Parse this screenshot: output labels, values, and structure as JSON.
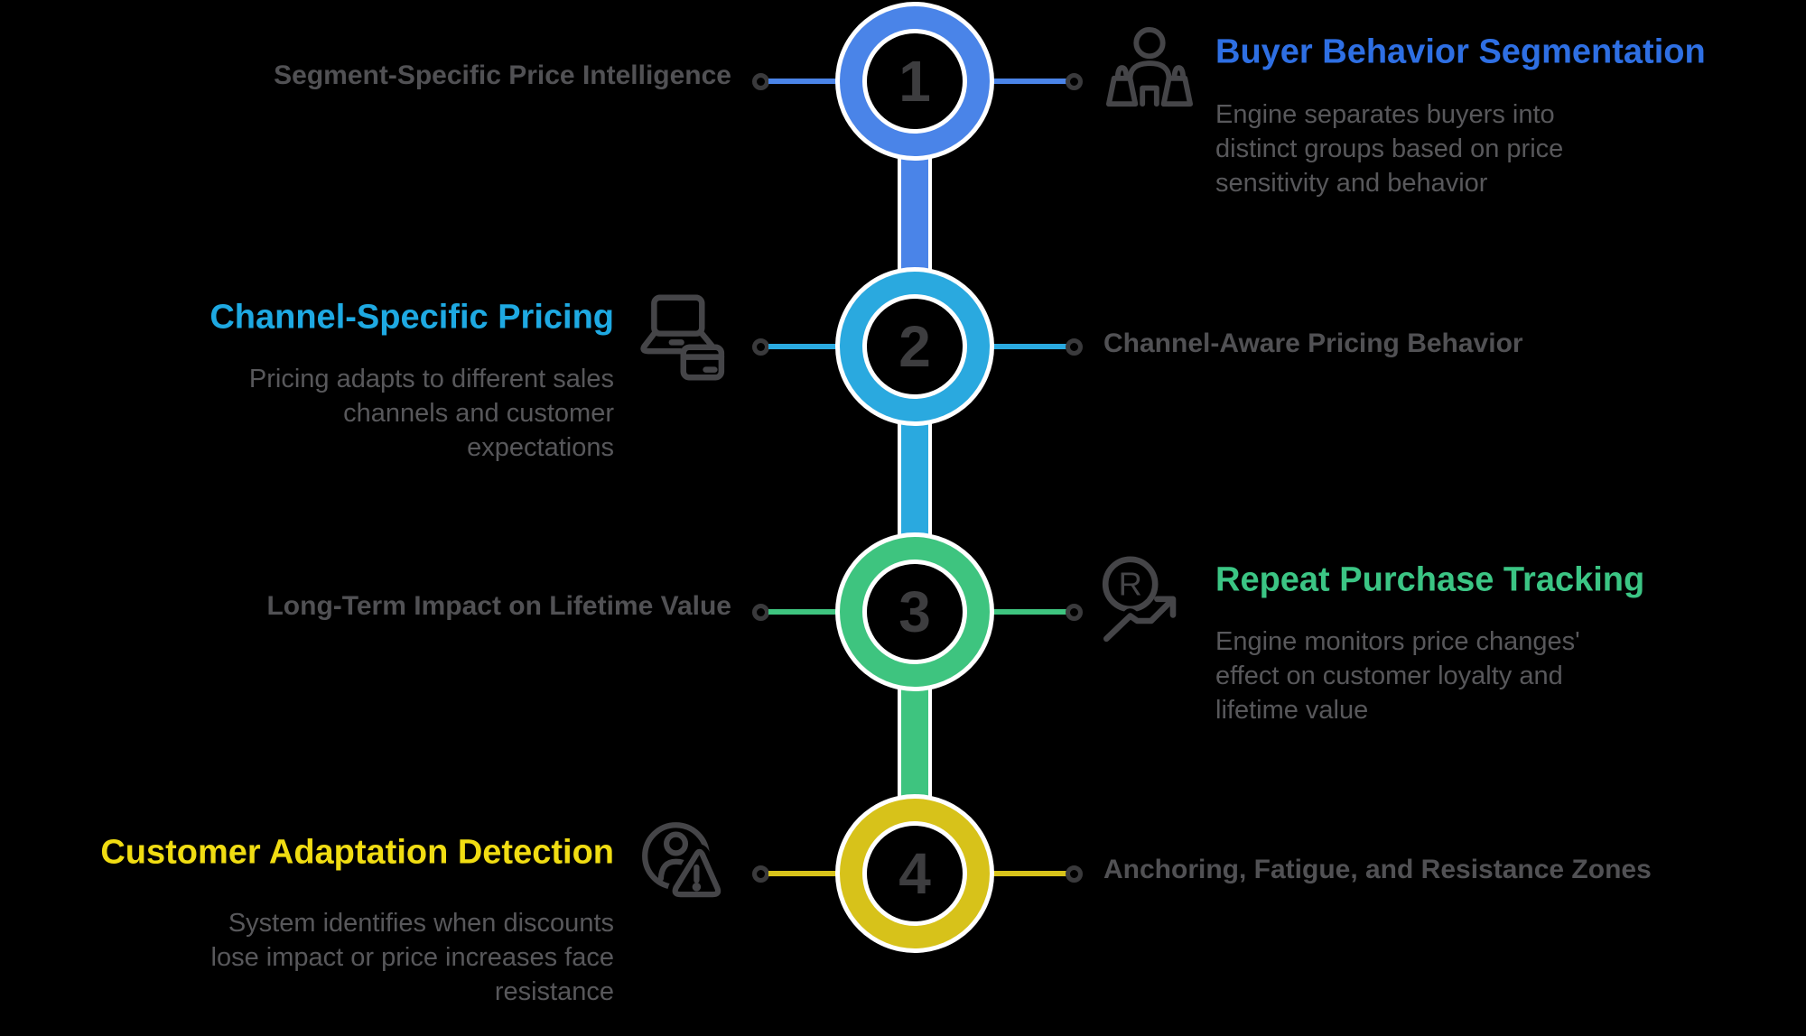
{
  "palette": {
    "background": "#000000",
    "label_text": "#515154",
    "desc_text": "#58585b",
    "number_text": "#3d3d3f",
    "icon_stroke": "#454548",
    "dot_stroke": "#3a3a3c",
    "circle_border": "#ffffff"
  },
  "steps": [
    {
      "number": "1",
      "color": "#4a84e8",
      "title": "Buyer Behavior Segmentation",
      "title_color": "#2e6fe3",
      "title_side": "right",
      "label": "Segment-Specific Price Intelligence",
      "desc_lines": [
        "Engine separates buyers into",
        "distinct groups based on price",
        "sensitivity and behavior"
      ],
      "icon": "buyer-with-shopping-bags-icon"
    },
    {
      "number": "2",
      "color": "#2aa9df",
      "title": "Channel-Specific Pricing",
      "title_color": "#1ea9e2",
      "title_side": "left",
      "label": "Channel-Aware Pricing Behavior",
      "desc_lines": [
        "Pricing adapts to different sales",
        "channels and customer",
        "expectations"
      ],
      "icon": "laptop-credit-card-icon"
    },
    {
      "number": "3",
      "color": "#3ec47f",
      "title": "Repeat Purchase Tracking",
      "title_color": "#3bc584",
      "title_side": "right",
      "label": "Long-Term Impact on Lifetime Value",
      "desc_lines": [
        "Engine monitors price changes'",
        "effect on customer loyalty and",
        "lifetime value"
      ],
      "icon": "repeat-purchase-trend-icon",
      "icon_letter": "R"
    },
    {
      "number": "4",
      "color": "#d7c21a",
      "title": "Customer Adaptation Detection",
      "title_color": "#f0dc12",
      "title_side": "left",
      "label": "Anchoring, Fatigue, and Resistance Zones",
      "desc_lines": [
        "System identifies when discounts",
        "lose impact or price increases face",
        "resistance"
      ],
      "icon": "customer-warning-icon"
    }
  ]
}
